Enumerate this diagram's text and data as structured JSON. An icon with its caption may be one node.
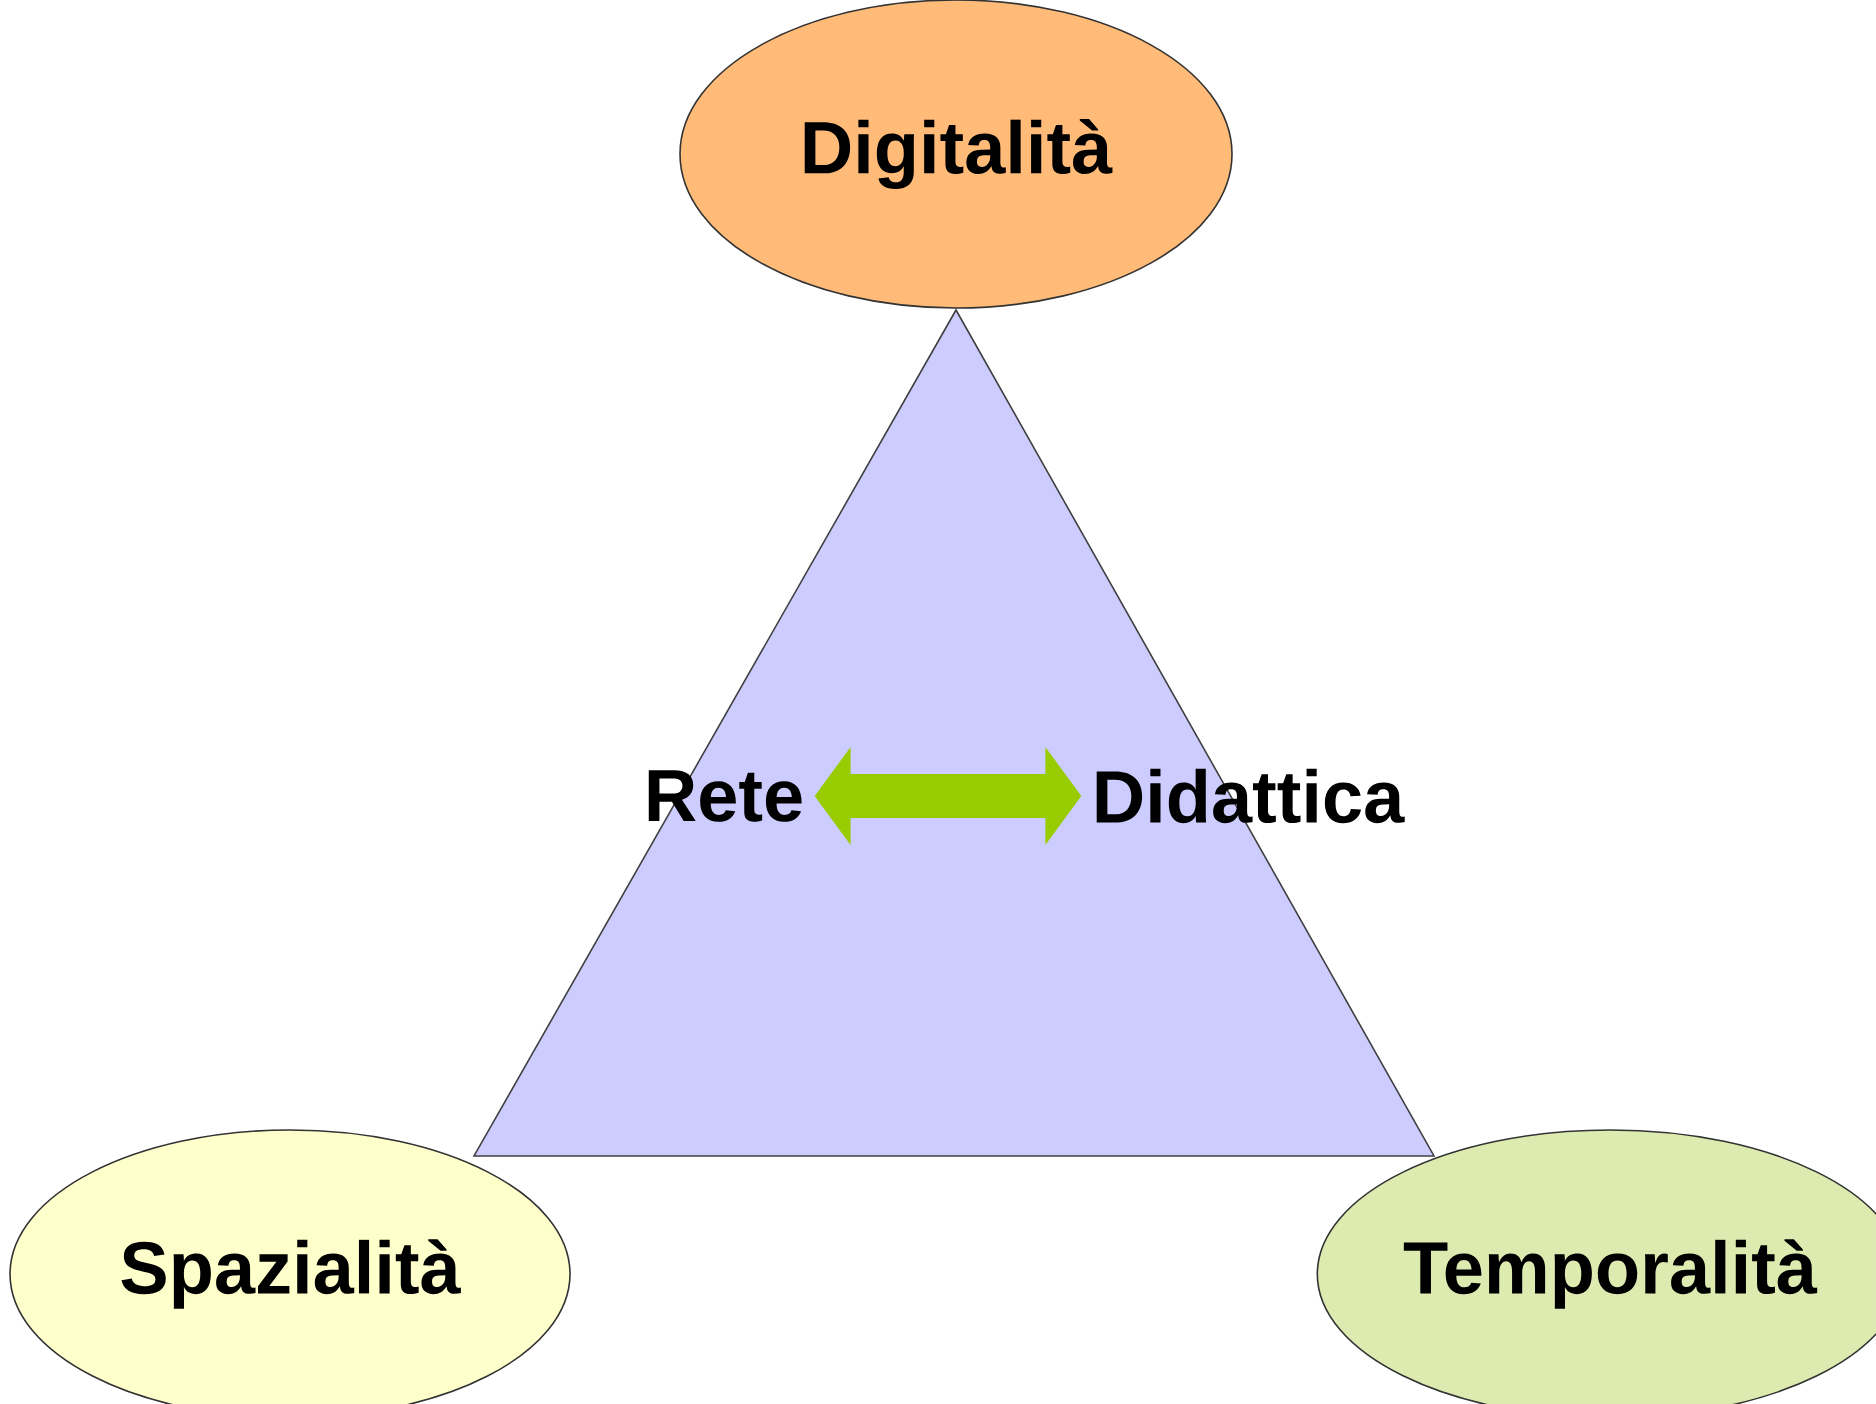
{
  "diagram": {
    "nodes": [
      {
        "text": [
          "Digitalità"
        ]
      },
      {
        "text": [
          "Rete"
        ]
      },
      {
        "text": [
          "Didattica"
        ]
      },
      {
        "text": [
          "Spazialità"
        ]
      },
      {
        "text": [
          "Temporalità"
        ]
      }
    ],
    "edges": [
      {
        "from": 1,
        "to": 2,
        "arrow": "both"
      }
    ]
  }
}
